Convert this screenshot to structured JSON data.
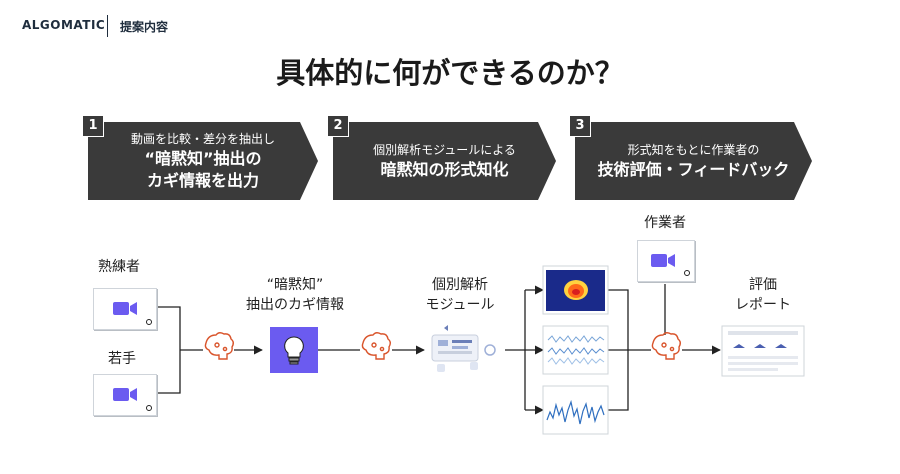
{
  "header": {
    "brand": "ALGOMATIC",
    "section": "提案内容"
  },
  "title": "具体的に何ができるのか？",
  "steps": [
    {
      "num": "1",
      "line1": "動画を比較・差分を抽出し",
      "line2": "“暗黙知”抽出の",
      "line3": "カギ情報を出力"
    },
    {
      "num": "2",
      "line1": "個別解析モジュールによる",
      "line2": "暗黙知の形式知化"
    },
    {
      "num": "3",
      "line1": "形式知をもとに作業者の",
      "line2": "技術評価・フィードバック"
    }
  ],
  "diagram": {
    "expert": "熟練者",
    "novice": "若手",
    "key_info_line1": "“暗黙知”",
    "key_info_line2": "抽出のカギ情報",
    "module_line1": "個別解析",
    "module_line2": "モジュール",
    "worker": "作業者",
    "report_line1": "評価",
    "report_line2": "レポート"
  },
  "colors": {
    "banner": "#3a3a3a",
    "video_icon": "#6b5bf0",
    "bulb_bg": "#6b5bf0",
    "ai_icon": "#d9542b",
    "heatmap_bg": "#1a2a8a",
    "line": "#222222"
  },
  "icons": [
    "video-camera-icon",
    "lightbulb-icon",
    "ai-brain-icon",
    "analysis-module-icon",
    "heatmap-chart-icon",
    "line-chart-icon",
    "report-icon"
  ]
}
